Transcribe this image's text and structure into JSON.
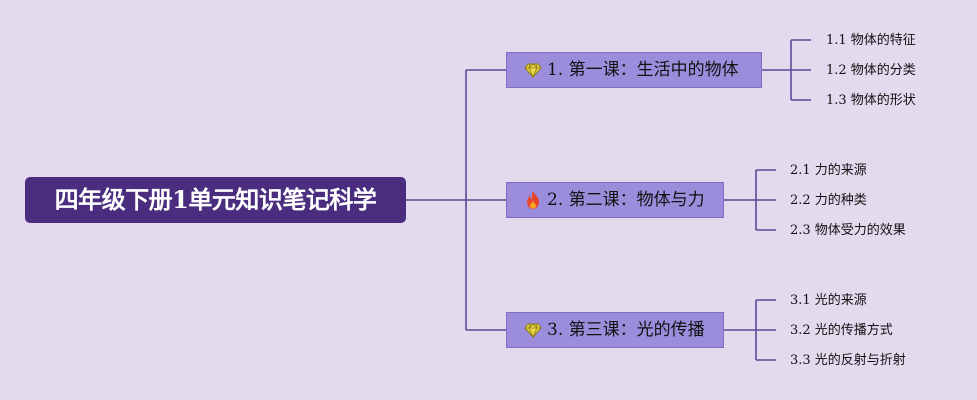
{
  "root": {
    "label": "四年级下册1单元知识笔记科学"
  },
  "lessons": [
    {
      "label": "1. 第一课：生活中的物体",
      "icon": "diamond-icon",
      "topics": [
        "1.1 物体的特征",
        "1.2 物体的分类",
        "1.3 物体的形状"
      ]
    },
    {
      "label": "2. 第二课：物体与力",
      "icon": "fire-icon",
      "topics": [
        "2.1 力的来源",
        "2.2 力的种类",
        "2.3 物体受力的效果"
      ]
    },
    {
      "label": "3. 第三课：光的传播",
      "icon": "diamond-icon",
      "topics": [
        "3.1 光的来源",
        "3.2 光的传播方式",
        "3.3 光的反射与折射"
      ]
    }
  ],
  "colors": {
    "background": "#e3daee",
    "root_fill": "#4b2d7f",
    "lesson_fill": "#9b8ddb",
    "connector": "#5b4a99",
    "diamond_icon": "#e9d84a",
    "fire_icon": "#e8452c"
  }
}
